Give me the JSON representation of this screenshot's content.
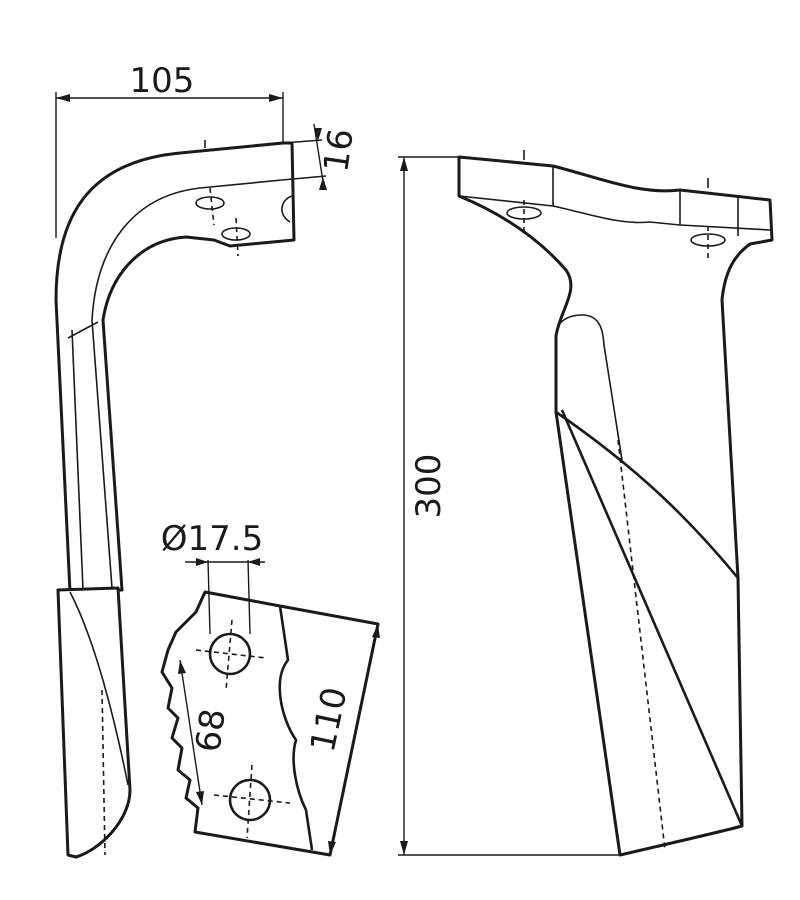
{
  "dimensions": {
    "width_top": "105",
    "thickness": "16",
    "hole_diameter": "Ø17.5",
    "hole_spacing": "68",
    "mount_width": "110",
    "height": "300"
  }
}
